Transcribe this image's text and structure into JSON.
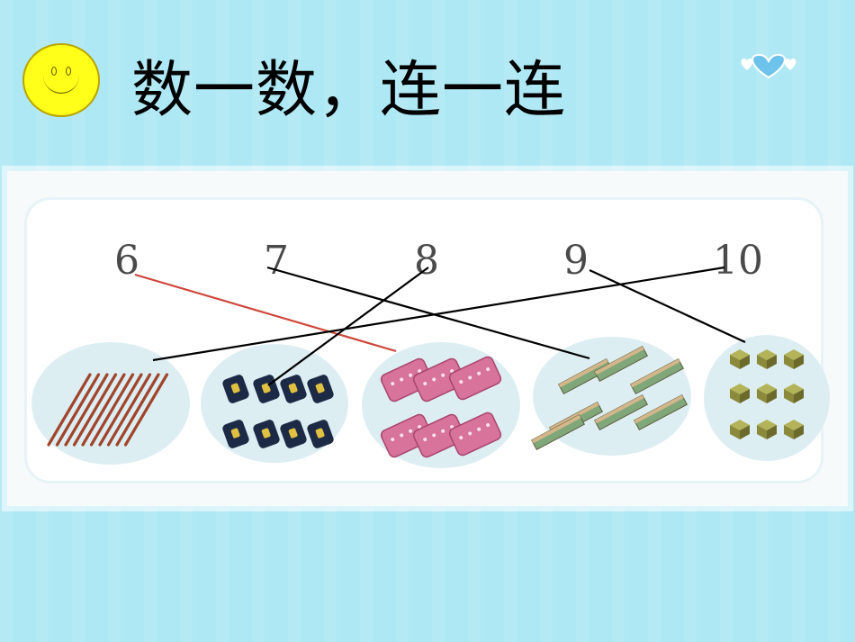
{
  "title": "数一数，连一连",
  "numbers": [
    "6",
    "7",
    "8",
    "9",
    "10"
  ],
  "groups": [
    {
      "object": "sticks",
      "count": 10
    },
    {
      "object": "pencil-sharpeners",
      "count": 8
    },
    {
      "object": "erasers",
      "count": 6
    },
    {
      "object": "rulers",
      "count": 7
    },
    {
      "object": "cubes",
      "count": 9
    }
  ],
  "connections": [
    {
      "number": "6",
      "group": "erasers",
      "color": "#d0453a"
    },
    {
      "number": "7",
      "group": "rulers",
      "color": "#000000"
    },
    {
      "number": "8",
      "group": "pencil-sharpeners",
      "color": "#000000"
    },
    {
      "number": "9",
      "group": "cubes",
      "color": "#000000"
    },
    {
      "number": "10",
      "group": "sticks",
      "color": "#000000"
    }
  ],
  "colors": {
    "background": "#ade8f4",
    "panel": "#f7fafb",
    "smiley": "#ffff19",
    "stick": "#a0452c",
    "sharpener": "#1d2a45",
    "eraser": "#d8739b",
    "ruler": "#7fa77a",
    "cube": "#8a8a3a",
    "blob": "#ddeef3"
  },
  "icons": [
    "smiley-icon",
    "hearts-icon"
  ]
}
